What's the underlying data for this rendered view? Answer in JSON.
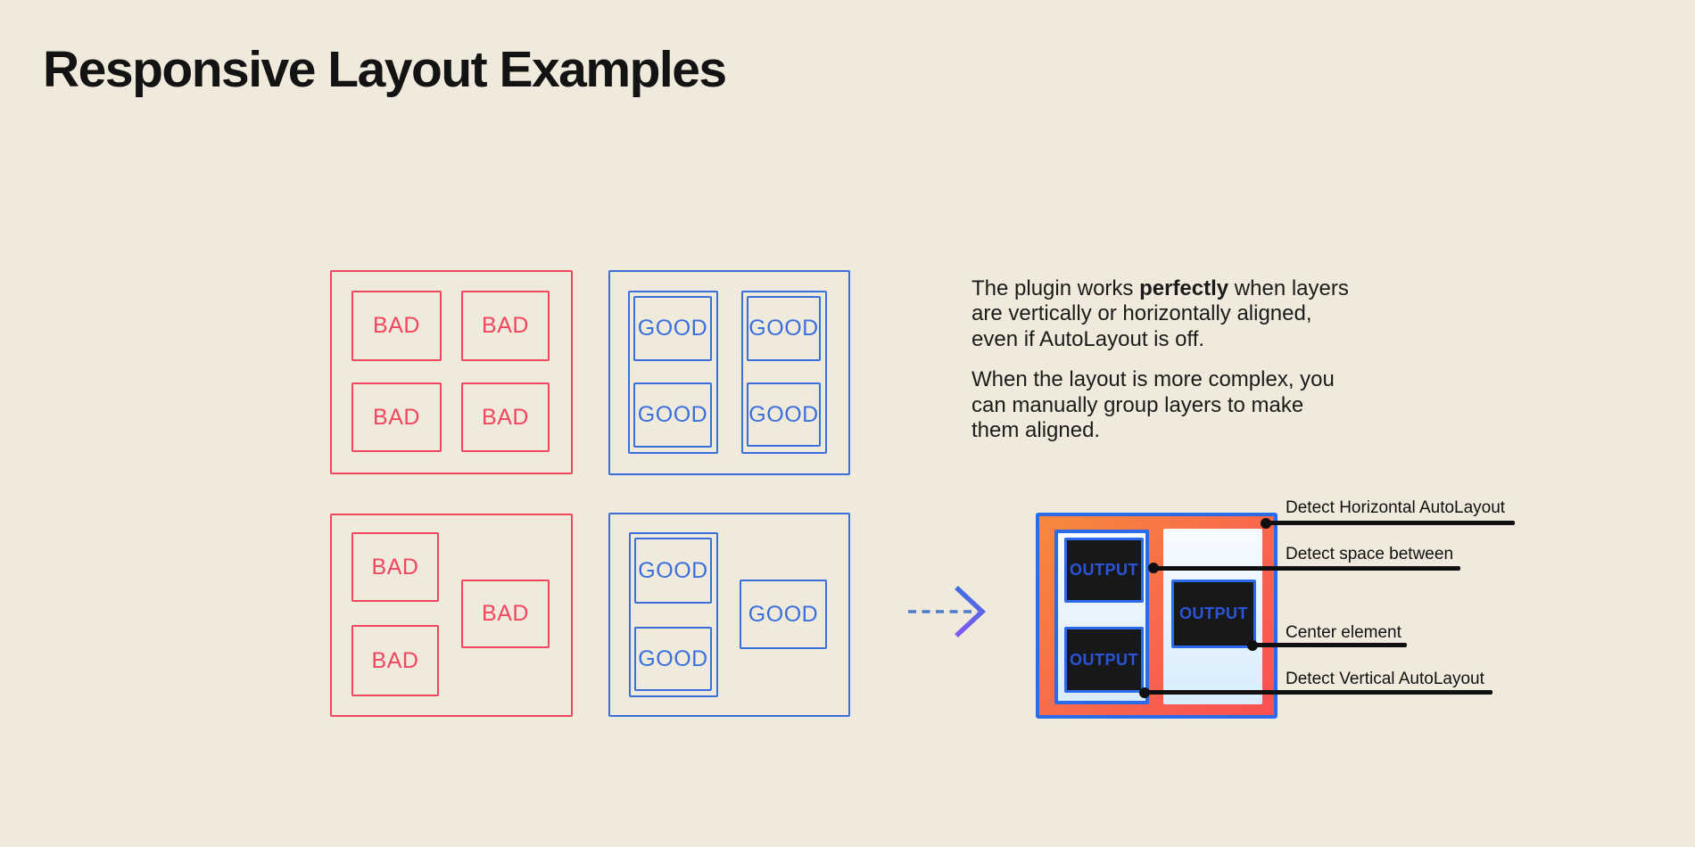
{
  "title": "Responsive Layout Examples",
  "labels": {
    "bad": "BAD",
    "good": "GOOD",
    "output": "OUTPUT"
  },
  "description": {
    "p1_before": "The plugin works ",
    "p1_bold": "perfectly",
    "p1_after": " when layers are vertically or horizontally aligned, even if AutoLayout is off.",
    "p2": "When the layout is more complex, you can manually group layers to make them aligned."
  },
  "annotations": [
    {
      "label": "Detect Horizontal AutoLayout"
    },
    {
      "label": "Detect space between"
    },
    {
      "label": "Center element"
    },
    {
      "label": "Detect Vertical AutoLayout"
    }
  ],
  "colors": {
    "background": "#F0EADC",
    "bad_red": "#EF4760",
    "good_blue": "#3B70DC",
    "output_border_blue": "#2B6BEA",
    "output_gradient_start": "#F68A3C",
    "output_gradient_end": "#F94F53",
    "panel_light_blue": "#D8ECFC",
    "dark_box": "#17181A",
    "output_text_blue": "#2C54D8",
    "annotation_black": "#101010",
    "arrow_dash_blue": "#4E7BC9",
    "arrow_chevron_top": "#3C70E0",
    "arrow_chevron_bottom": "#7F5AEF"
  }
}
